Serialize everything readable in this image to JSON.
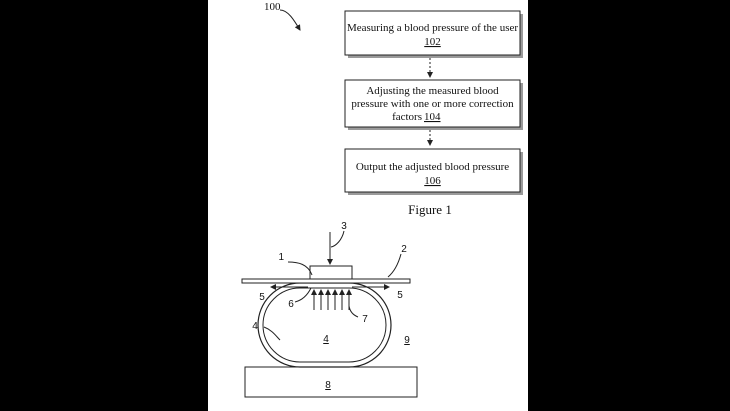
{
  "figure1": {
    "ref_number": "100",
    "steps": [
      {
        "text": [
          "Measuring a blood pressure of the user"
        ],
        "ref": "102"
      },
      {
        "text": [
          "Adjusting the measured blood",
          "pressure with one or more correction",
          "factors"
        ],
        "ref": "104"
      },
      {
        "text": [
          "Output the adjusted blood pressure"
        ],
        "ref": "106"
      }
    ],
    "caption": "Figure 1"
  },
  "figure2": {
    "labels": {
      "l1": "1",
      "l2": "2",
      "l3": "3",
      "l4_outer": "4",
      "l4_inner": "4",
      "l5_left": "5",
      "l5_right": "5",
      "l6": "6",
      "l7": "7",
      "l8": "8",
      "l9": "9"
    }
  }
}
